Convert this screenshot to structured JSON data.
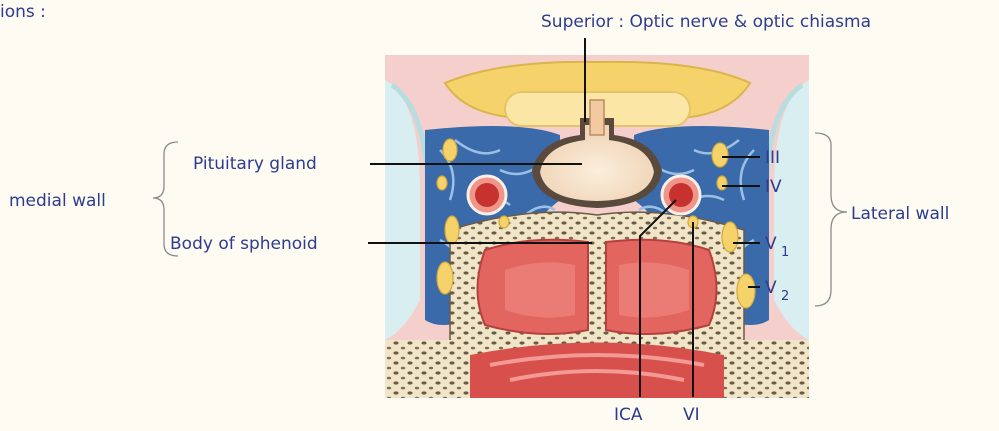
{
  "header": {
    "fragment": "ions :"
  },
  "labels": {
    "superior": "Superior : Optic nerve & optic chiasma",
    "pituitary": "Pituitary gland",
    "sphenoid": "Body of sphenoid",
    "medial_wall": "medial wall",
    "lateral_wall": "Lateral wall",
    "nerve_iii": "III",
    "nerve_iv": "IV",
    "nerve_v1": "V",
    "nerve_v1_sub": "1",
    "nerve_v2": "V",
    "nerve_v2_sub": "2",
    "ica": "ICA",
    "nerve_vi": "VI"
  },
  "colors": {
    "label_text": "#2e3c8f",
    "pituitary": "#f6e2cc",
    "sinus_blue": "#3b6aaa",
    "optic_yellow": "#f6d36a",
    "mucosa_red": "#d8504c",
    "background_pink": "#f4cfcb"
  }
}
